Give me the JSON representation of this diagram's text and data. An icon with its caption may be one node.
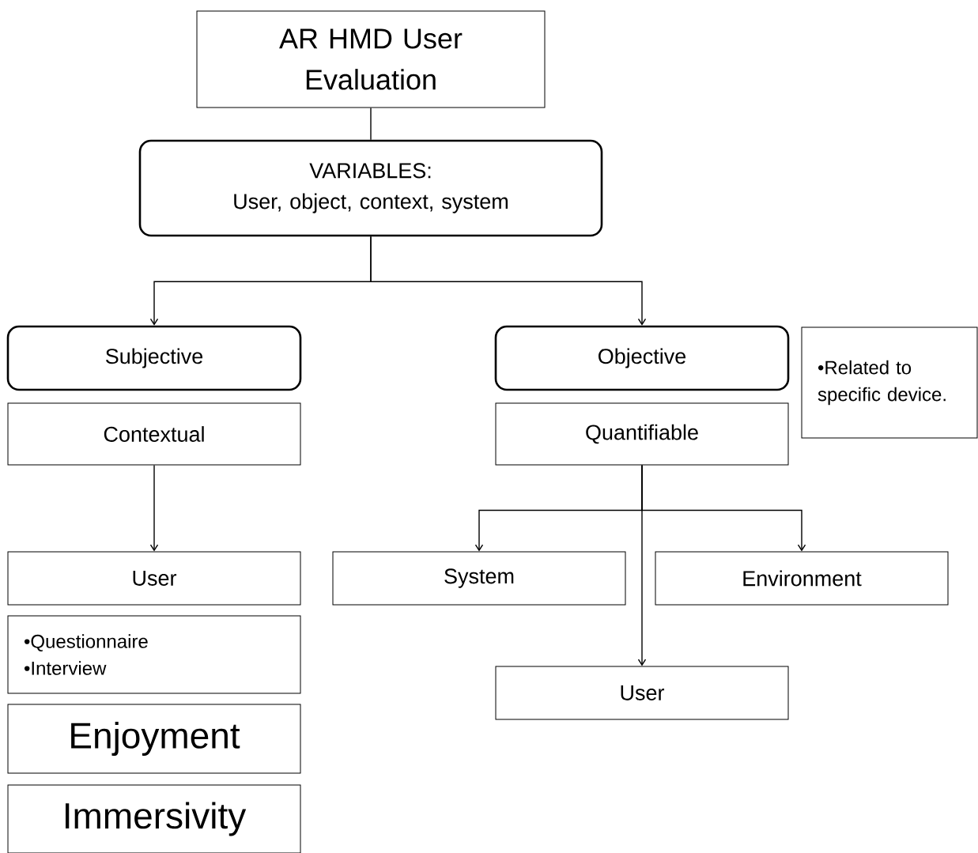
{
  "diagram": {
    "nodes": [
      {
        "text": [
          "AR HMD User Evaluation"
        ]
      },
      {
        "text": [
          "VARIABLES:",
          "User, object, context, system"
        ]
      },
      {
        "text": [
          "Subjective"
        ]
      },
      {
        "text": [
          "Contextual"
        ]
      },
      {
        "text": [
          "User"
        ]
      },
      {
        "text": [
          "•Questionnaire",
          "•Interview"
        ]
      },
      {
        "text": [
          "Enjoyment"
        ]
      },
      {
        "text": [
          "Immersivity"
        ]
      },
      {
        "text": [
          "Objective"
        ]
      },
      {
        "text": [
          "•Related to specific device."
        ]
      },
      {
        "text": [
          "Quantifiable"
        ]
      },
      {
        "text": [
          "System"
        ]
      },
      {
        "text": [
          "Environment"
        ]
      },
      {
        "text": [
          "User"
        ]
      }
    ],
    "edges": [
      {
        "from": 0,
        "to": 1,
        "arrow": "none"
      },
      {
        "from": 1,
        "to": 2,
        "arrow": "to"
      },
      {
        "from": 1,
        "to": 8,
        "arrow": "to"
      },
      {
        "from": 3,
        "to": 4,
        "arrow": "to"
      },
      {
        "from": 10,
        "to": 11,
        "arrow": "to"
      },
      {
        "from": 10,
        "to": 12,
        "arrow": "to"
      },
      {
        "from": 10,
        "to": 13,
        "arrow": "to"
      }
    ]
  }
}
